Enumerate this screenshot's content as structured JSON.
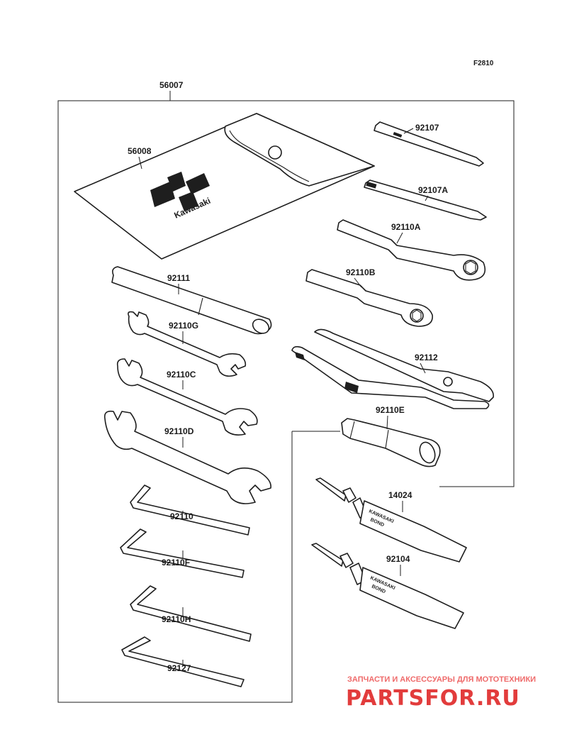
{
  "diagram_code": "F2810",
  "parts": {
    "kit": "56007",
    "pouch": "56008",
    "screwdriver": "92107",
    "screwdriver_a": "92107A",
    "wrench_a": "92110A",
    "wrench_b": "92110B",
    "handle": "92111",
    "wrench_g": "92110G",
    "pliers": "92112",
    "wrench_c": "92110C",
    "socket": "92110E",
    "wrench_d": "92110D",
    "bond_1": "14024",
    "hex_key": "92110",
    "bond_2": "92104",
    "hex_key_f": "92110F",
    "hex_key_h": "92110H",
    "hex_key_127": "92127"
  },
  "pouch_logo": "Kawasaki",
  "tube_text_1": "KAWASAKI",
  "tube_text_2": "BOND",
  "watermark": {
    "top_line": "ЗАПЧАСТИ И АКСЕССУАРЫ ДЛЯ МОТОТЕХНИКИ",
    "brand": "PARTSFOR.RU"
  },
  "colors": {
    "ink": "#1e1e1e",
    "paper": "#ffffff",
    "watermark": "#e23c3c"
  }
}
